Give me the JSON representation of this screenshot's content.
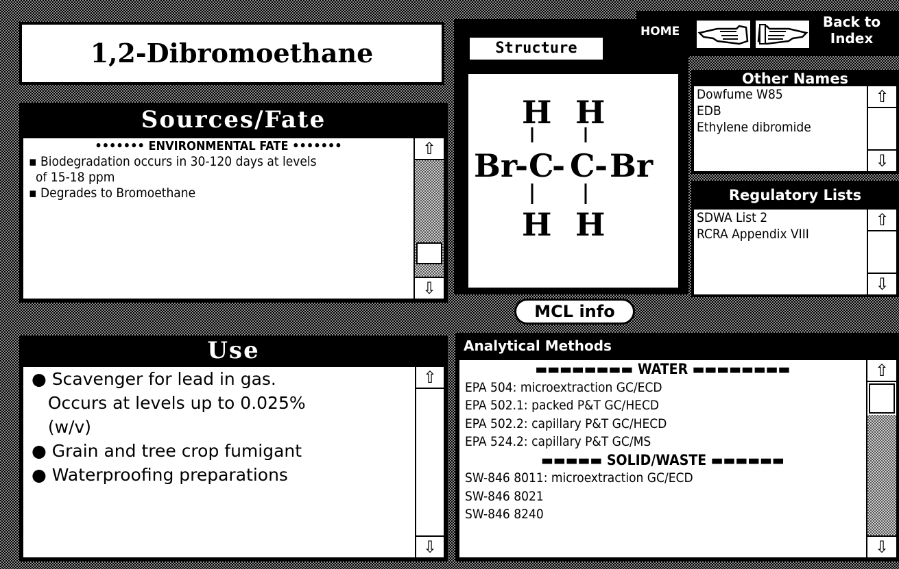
{
  "title": "1,2-Dibromoethane",
  "sources_fate": {
    "header": "Sources/Fate",
    "lines": [
      "••••••• ENVIRONMENTAL FATE •••••••",
      "▪ Biodegradation occurs in 30-120 days at levels",
      "  of 15-18 ppm",
      "▪ Degrades to Bromoethane"
    ]
  },
  "structure": {
    "label": "Structure",
    "atoms": {
      "h": "H",
      "c": "C",
      "br": "Br",
      "bond": "-"
    }
  },
  "nav": {
    "home_label": "HOME",
    "back_line1": "Back to",
    "back_line2": "Index",
    "prev_icon": "hand-pointing-left-icon",
    "next_icon": "hand-pointing-right-icon"
  },
  "other_names": {
    "header": "Other Names",
    "items": [
      "Dowfume W85",
      "EDB",
      "Ethylene dibromide"
    ]
  },
  "regulatory_lists": {
    "header": "Regulatory Lists",
    "items": [
      "SDWA List 2",
      "RCRA Appendix VIII"
    ]
  },
  "mcl_button": "MCL info",
  "use": {
    "header": "Use",
    "items": [
      "● Scavenger for lead in gas.",
      "   Occurs at levels up to 0.025%",
      "   (w/v)",
      "● Grain and tree crop fumigant",
      "● Waterproofing preparations"
    ]
  },
  "analytical_methods": {
    "header": "Analytical Methods",
    "items": [
      "▬▬▬▬▬▬▬▬   WATER   ▬▬▬▬▬▬▬▬",
      "EPA 504: microextraction GC/ECD",
      "EPA 502.1: packed P&T GC/HECD",
      "EPA 502.2: capillary P&T GC/HECD",
      "EPA 524.2: capillary P&T GC/MS",
      "▬▬▬▬▬   SOLID/WASTE   ▬▬▬▬▬▬",
      "SW-846 8011: microextraction GC/ECD",
      "SW-846 8021",
      "SW-846 8240"
    ]
  }
}
